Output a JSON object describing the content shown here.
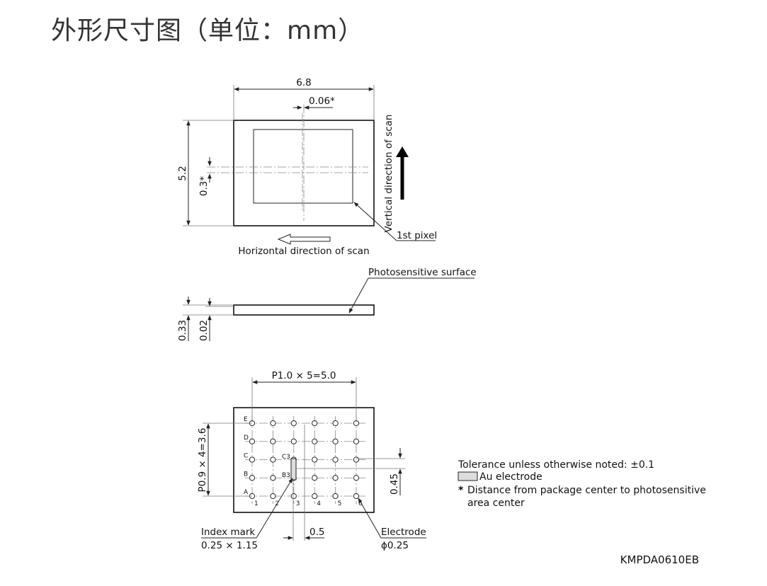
{
  "title": "外形尺寸图（单位：mm）",
  "top_view": {
    "width_dim": "6.8",
    "offset_x_dim": "0.06*",
    "height_dim": "5.2",
    "offset_y_dim": "0.3*",
    "vertical_scan_label": "Vertical direction of scan",
    "first_pixel_label": "1st pixel",
    "horizontal_scan_label": "Horizontal direction of scan"
  },
  "side_view": {
    "surface_label": "Photosensitive surface",
    "thickness_dim": "0.33",
    "surface_depth_dim": "0.02"
  },
  "bottom_view": {
    "pitch_x_dim": "P1.0 × 5=5.0",
    "pitch_y_dim": "P0.9 × 4=3.6",
    "rows": [
      "A",
      "B",
      "C",
      "D",
      "E"
    ],
    "cols": [
      "1",
      "2",
      "3",
      "4",
      "5",
      "6"
    ],
    "mark_c3": "C3",
    "mark_b3": "B3",
    "offset_dim": "0.45",
    "index_mark_label": "Index mark",
    "index_mark_size": "0.25 × 1.15",
    "spacing_dim": "0.5",
    "electrode_label": "Electrode",
    "electrode_size": "ϕ0.25"
  },
  "notes": {
    "tolerance": "Tolerance unless otherwise noted: ±0.1",
    "au_electrode": "Au electrode",
    "star_mark": "*",
    "distance_line1": "Distance from package center to photosensitive",
    "distance_line2": "area center"
  },
  "code": "KMPDA0610EB"
}
